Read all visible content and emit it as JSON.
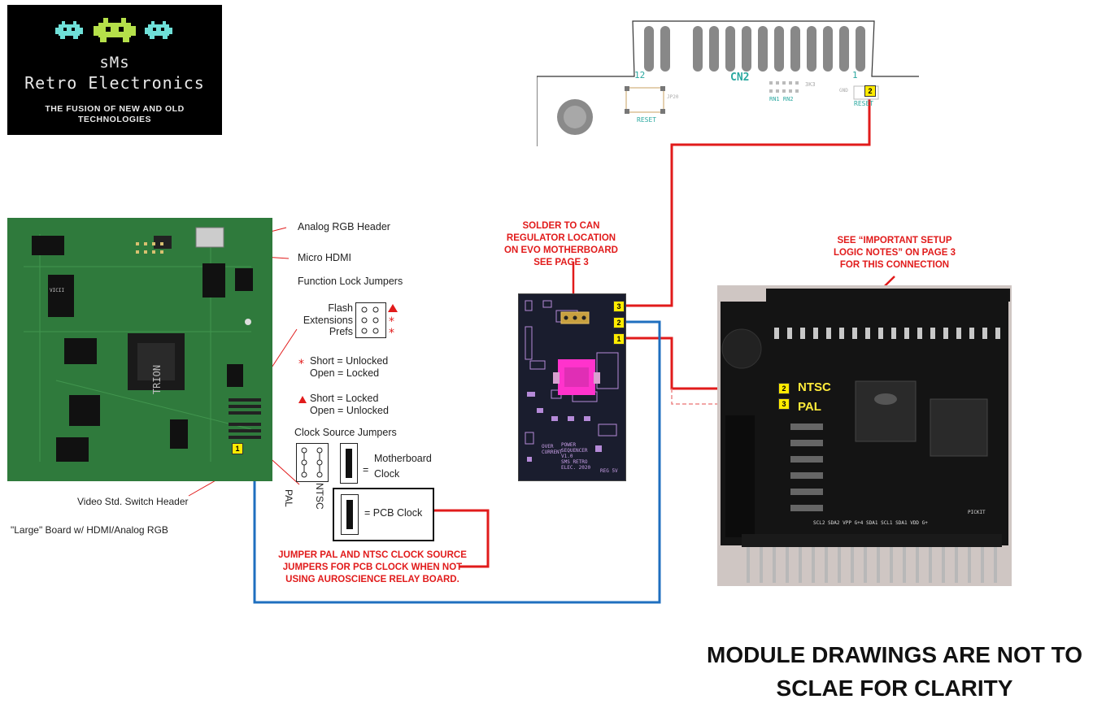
{
  "logo": {
    "brand_line1": "sMs",
    "brand_line2": "Retro Electronics",
    "tagline": "THE FUSION OF NEW AND OLD TECHNOLOGIES",
    "icon": "space-invader-icon"
  },
  "connector": {
    "title": "CN2",
    "pin_left": "12",
    "pin_right": "1",
    "reset_left": "RESET",
    "reset_right": "RESET",
    "jp_label": "JP20",
    "rn_labels": "RN1 RN2",
    "side_label": "3K3",
    "gnd_label": "GND",
    "pin_marker": "2"
  },
  "video_board": {
    "labels": {
      "analog_rgb": "Analog RGB Header",
      "micro_hdmi": "Micro HDMI",
      "function_lock": "Function Lock Jumpers",
      "flash": "Flash",
      "extensions": "Extensions",
      "prefs": "Prefs",
      "short_unlocked": "Short = Unlocked",
      "open_locked": "Open = Locked",
      "short_locked": "Short = Locked",
      "open_unlocked": "Open = Unlocked",
      "clock_source": "Clock Source Jumpers",
      "motherboard_clock_1": "Motherboard",
      "motherboard_clock_2": "Clock",
      "eq1": "=",
      "eq2": "= PCB Clock",
      "pal": "PAL",
      "ntsc": "NTSC",
      "video_std": "Video Std. Switch Header",
      "caption": "\"Large\" Board w/ HDMI/Analog RGB",
      "chip": "TRION",
      "vicii": "VICII",
      "pin_marker": "1"
    }
  },
  "sequencer_board": {
    "pins": [
      "3",
      "2",
      "1"
    ],
    "silk": [
      "POWER",
      "SEQUENCER",
      "V1.0",
      "SMS RETRO",
      "ELEC. 2020"
    ],
    "silk2": [
      "OVER",
      "CURRENT"
    ],
    "silk3": "REG 5V"
  },
  "relay_board": {
    "pin_ntsc": "2",
    "pin_pal": "3",
    "ntsc": "NTSC",
    "pal": "PAL",
    "bottom_silk": "SCL2 SDA2 VPP G+4 SDA1 SCL1 SDA1 VDD G+",
    "pickit": "PICKIT"
  },
  "notes": {
    "solder": [
      "SOLDER TO CAN",
      "REGULATOR  LOCATION",
      "ON EVO MOTHERBOARD",
      "SEE PAGE 3"
    ],
    "setup": [
      "SEE “IMPORTANT SETUP",
      "LOGIC NOTES” ON PAGE 3",
      "FOR THIS CONNECTION"
    ],
    "jumper": [
      "JUMPER PAL AND NTSC CLOCK SOURCE",
      "JUMPERS FOR PCB CLOCK WHEN NOT",
      "USING AUROSCIENCE RELAY BOARD."
    ]
  },
  "footer": {
    "line1": "MODULE DRAWINGS ARE NOT TO",
    "line2": "SCLAE FOR CLARITY"
  },
  "colors": {
    "wire_red": "#e11b1b",
    "wire_blue": "#1f6fbf",
    "pin_yellow": "#ffeb00",
    "pcb_green": "#2d7a3a",
    "pcb_dark": "#1a1d2e",
    "invader_cyan": "#6fe0d8",
    "invader_green": "#b5e04a"
  }
}
